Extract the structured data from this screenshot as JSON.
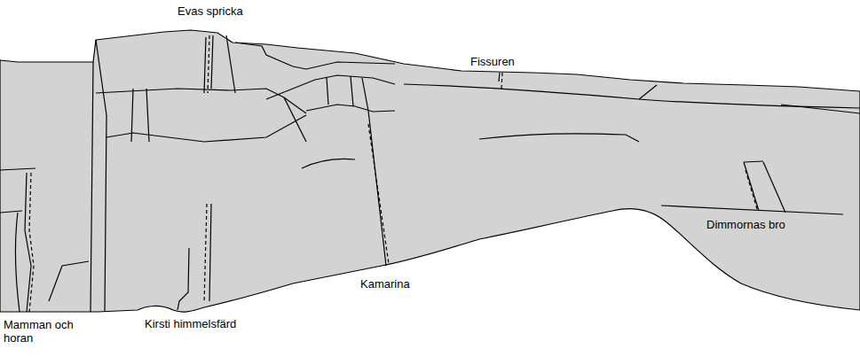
{
  "diagram": {
    "labels": [
      "Evas spricka",
      "Fissuren",
      "Dimmornas bro",
      "Kamarina",
      "Mamman och horan",
      "Kirsti himmelsfärd"
    ]
  }
}
